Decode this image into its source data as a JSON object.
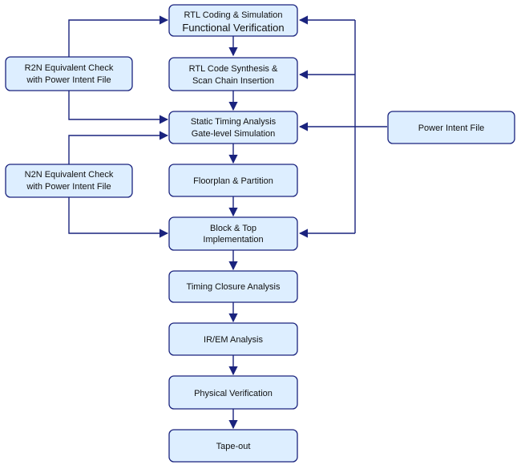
{
  "diagram": {
    "nodes": {
      "rtl": {
        "lines": [
          "RTL Coding & Simulation",
          "Functional Verification"
        ]
      },
      "synthesis": {
        "lines": [
          "RTL Code Synthesis &",
          "Scan Chain Insertion"
        ]
      },
      "sta": {
        "lines": [
          "Static Timing Analysis",
          "Gate-level Simulation"
        ]
      },
      "floorplan": {
        "lines": [
          "Floorplan & Partition"
        ]
      },
      "block_top": {
        "lines": [
          "Block & Top",
          "Implementation"
        ]
      },
      "timing_closure": {
        "lines": [
          "Timing Closure Analysis"
        ]
      },
      "ir_em": {
        "lines": [
          "IR/EM Analysis"
        ]
      },
      "physical": {
        "lines": [
          "Physical Verification"
        ]
      },
      "tapeout": {
        "lines": [
          "Tape-out"
        ]
      },
      "r2n": {
        "lines": [
          "R2N Equivalent Check",
          "with Power Intent File"
        ]
      },
      "n2n": {
        "lines": [
          "N2N Equivalent Check",
          "with Power Intent File"
        ]
      },
      "power_intent": {
        "lines": [
          "Power Intent File"
        ]
      }
    },
    "colors": {
      "node_fill": "#ddeeff",
      "node_border": "#1a237e",
      "edge": "#1a237e"
    }
  }
}
